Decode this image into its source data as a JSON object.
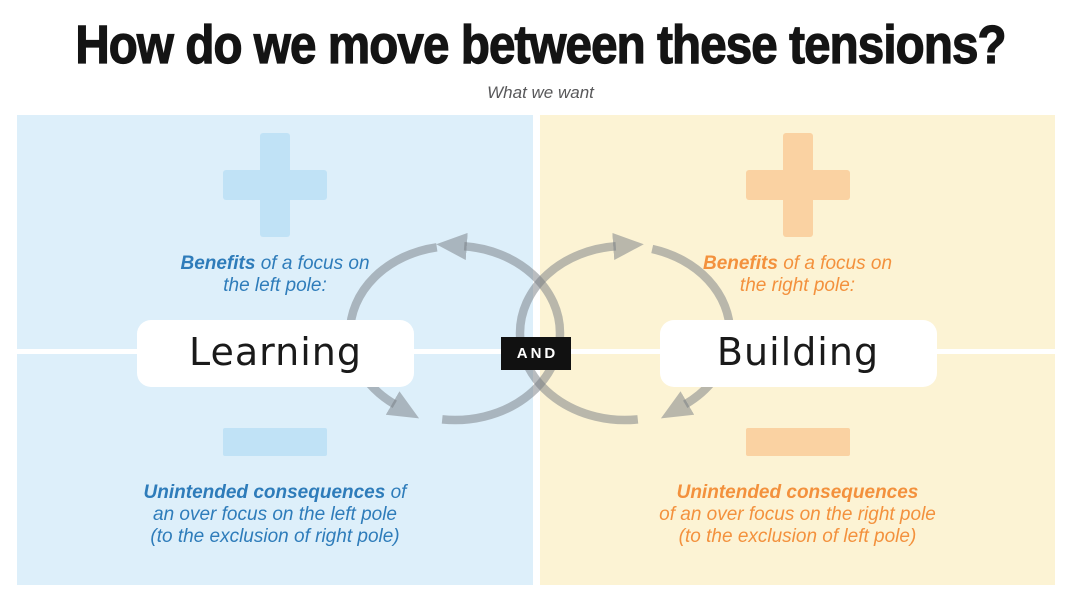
{
  "title": "How do we move between these tensions?",
  "subtitle": "What we want",
  "connector": {
    "label": "AND"
  },
  "panels": {
    "left": {
      "benefits_lead": "Benefits",
      "benefits_rest": " of a focus on\nthe left pole:",
      "pole_label": "Learning",
      "consequences_lead": "Unintended consequences",
      "consequences_rest": " of\nan over focus on the left pole\n(to the exclusion of right pole)"
    },
    "right": {
      "benefits_lead": "Benefits",
      "benefits_rest": " of a focus on\nthe right pole:",
      "pole_label": "Building",
      "consequences_lead": "Unintended consequences",
      "consequences_rest": "\nof an over focus on the right pole\n(to the exclusion of left pole)"
    }
  },
  "icons": {
    "benefit_icon": "plus",
    "consequence_icon": "minus",
    "loop_icon": "infinity-loop-arrows"
  },
  "colors": {
    "title_text": "#141414",
    "subtitle_text": "#58585a",
    "left_panel_bg": "#ddeffa",
    "right_panel_bg": "#fcf3d4",
    "left_icon": "#c0e2f6",
    "right_icon": "#fad2a2",
    "left_accent_text": "#2e7cba",
    "right_accent_text": "#f3913d",
    "connector_bg": "#111111",
    "connector_text": "#ffffff",
    "loop_arrow": "rgba(118,124,130,0.5)"
  }
}
